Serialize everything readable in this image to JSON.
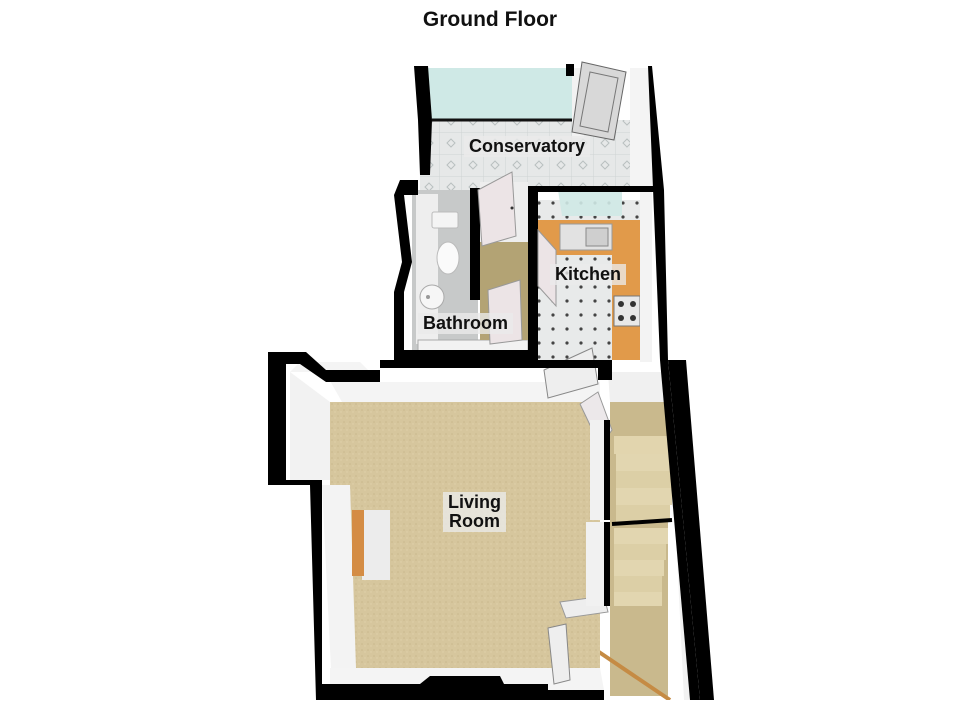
{
  "title": "Ground Floor",
  "rooms": [
    {
      "id": "conservatory",
      "label": "Conservatory"
    },
    {
      "id": "kitchen",
      "label": "Kitchen"
    },
    {
      "id": "bathroom",
      "label": "Bathroom"
    },
    {
      "id": "living-room",
      "label": "Living\nRoom"
    }
  ],
  "colors": {
    "wall": "#000000",
    "inner_wall": "#f4f4f4",
    "carpet": "#d8c9a0",
    "kitchen_worktop": "#e19a4a",
    "glass": "#cfe9e6",
    "tile": "#e4e6e6",
    "stairs": "#e2d6b0",
    "bathroom_floor": "#c9cbcb",
    "hall_floor": "#b3a374"
  }
}
